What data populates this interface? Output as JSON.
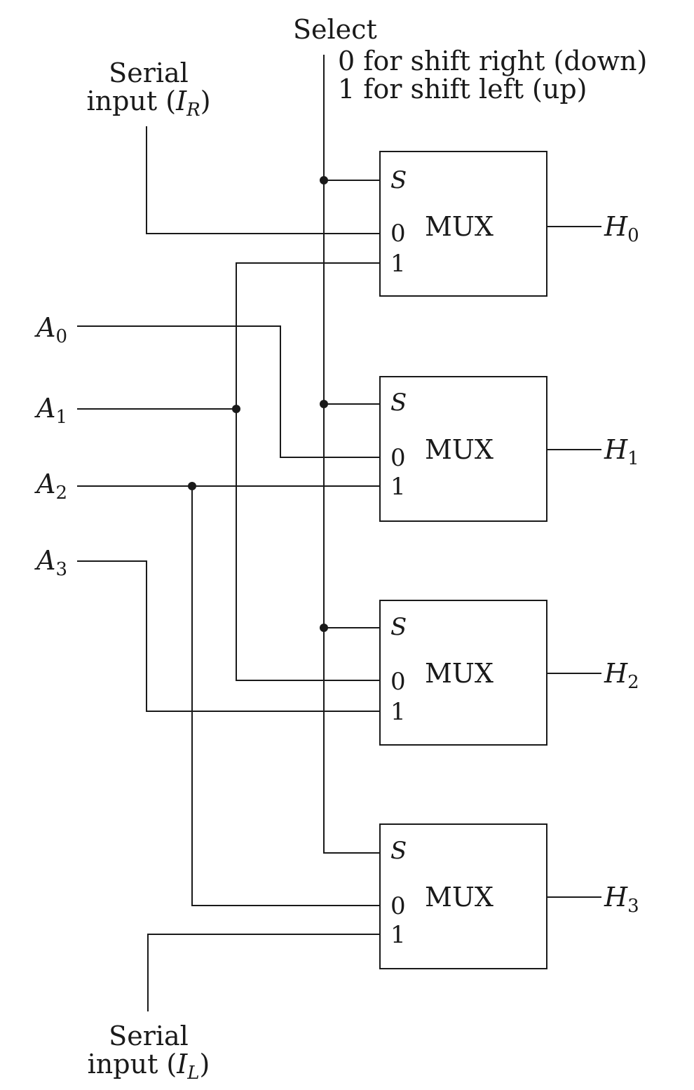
{
  "select": {
    "title": "Select",
    "line0": "0 for shift right (down)",
    "line1": "1 for shift left (up)"
  },
  "serial_right": {
    "line1": "Serial",
    "prefix": "input (",
    "var": "I",
    "sub": "R",
    "suffix": ")"
  },
  "serial_left": {
    "line1": "Serial",
    "prefix": "input (",
    "var": "I",
    "sub": "L",
    "suffix": ")"
  },
  "inputs": [
    {
      "var": "A",
      "sub": "0"
    },
    {
      "var": "A",
      "sub": "1"
    },
    {
      "var": "A",
      "sub": "2"
    },
    {
      "var": "A",
      "sub": "3"
    }
  ],
  "muxes": [
    {
      "label": "MUX",
      "s": "S",
      "in0": "0",
      "in1": "1",
      "out_var": "H",
      "out_sub": "0"
    },
    {
      "label": "MUX",
      "s": "S",
      "in0": "0",
      "in1": "1",
      "out_var": "H",
      "out_sub": "1"
    },
    {
      "label": "MUX",
      "s": "S",
      "in0": "0",
      "in1": "1",
      "out_var": "H",
      "out_sub": "2"
    },
    {
      "label": "MUX",
      "s": "S",
      "in0": "0",
      "in1": "1",
      "out_var": "H",
      "out_sub": "3"
    }
  ]
}
